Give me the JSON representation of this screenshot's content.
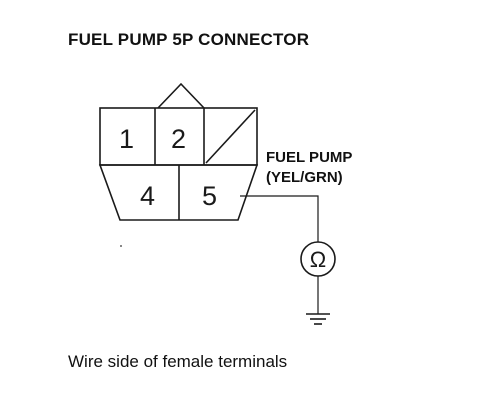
{
  "title": "FUEL PUMP 5P CONNECTOR",
  "connector": {
    "pins": [
      {
        "id": "1",
        "label": "1"
      },
      {
        "id": "2",
        "label": "2"
      },
      {
        "id": "3",
        "label": ""
      },
      {
        "id": "4",
        "label": "4"
      },
      {
        "id": "5",
        "label": "5"
      }
    ]
  },
  "callout": {
    "name": "FUEL PUMP",
    "wire_color": "(YEL/GRN)"
  },
  "meter": {
    "symbol": "Ω",
    "icon": "ohmmeter-icon"
  },
  "ground": {
    "icon": "ground-icon"
  },
  "caption": "Wire side of female terminals"
}
